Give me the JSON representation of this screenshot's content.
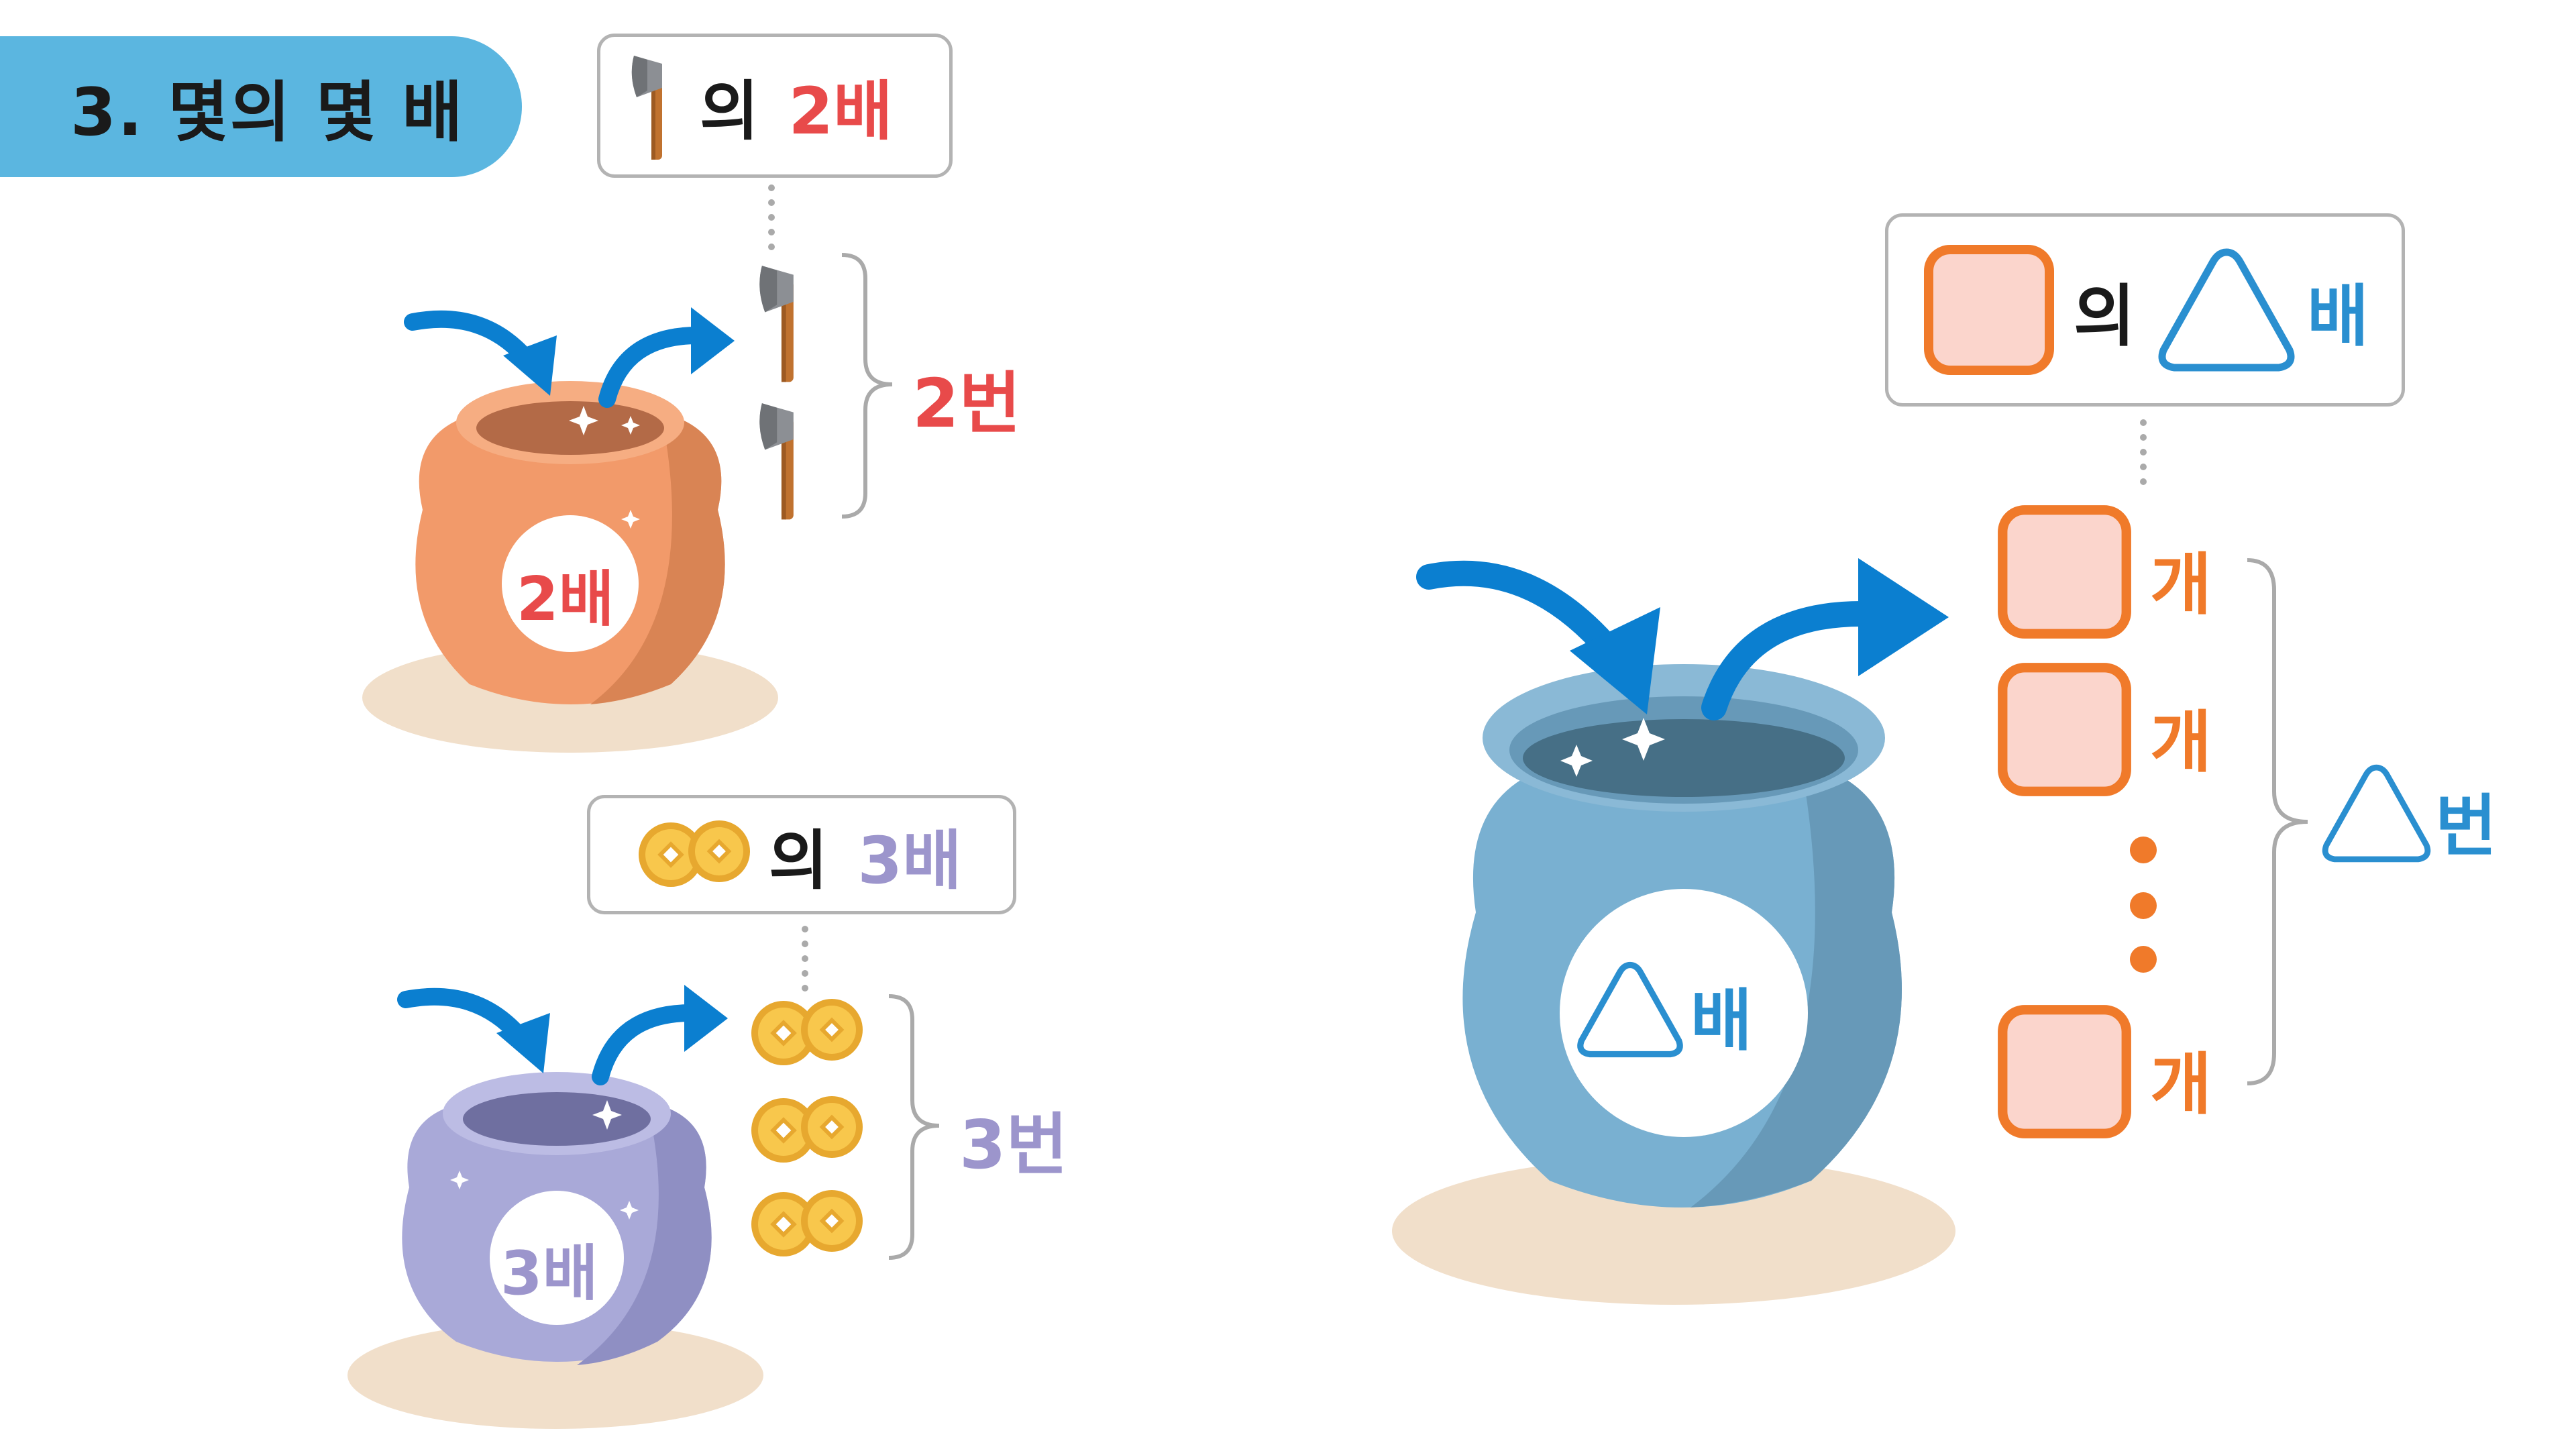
{
  "title": "3. 몇의 몇 배",
  "colors": {
    "title_banner": "#5bb6e0",
    "red": "#e84a4a",
    "purple": "#9c95cc",
    "blue": "#2a8fd0",
    "orange": "#f07a2a",
    "orange_pot": "#f29a6a",
    "purple_pot": "#a9a9d8",
    "blue_pot": "#79b0d1",
    "shadow": "#f1dfca",
    "box_fill": "#fbd5cc",
    "arrow": "#0b7fd0"
  },
  "axe_example": {
    "label_particle": "의",
    "label_times": "2배",
    "pot_label": "2배",
    "repeat_label": "2번",
    "item_icon": "axe-icon"
  },
  "coin_example": {
    "label_particle": "의",
    "label_times": "3배",
    "pot_label": "3배",
    "repeat_label": "3번",
    "item_icon": "coin-pair-icon"
  },
  "general_example": {
    "label_particle": "의",
    "label_times_suffix": "배",
    "pot_label_suffix": "배",
    "unit_label": "개",
    "repeat_suffix": "번"
  }
}
